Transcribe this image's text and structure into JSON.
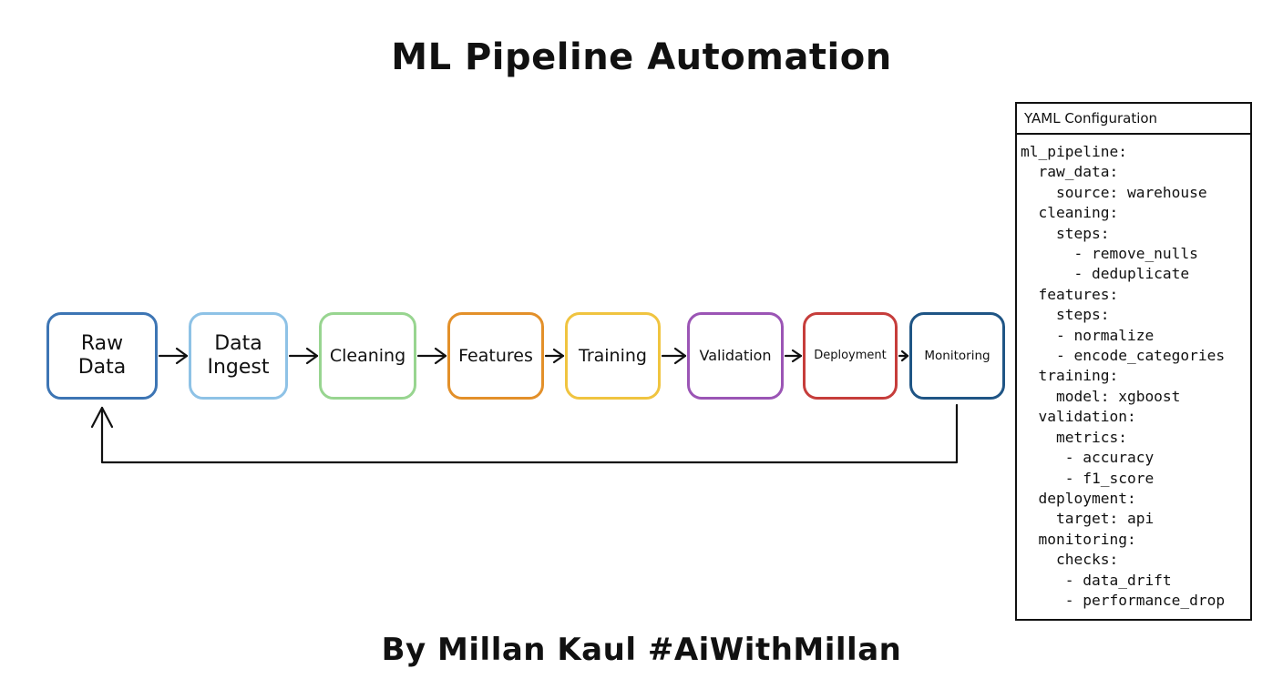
{
  "title": "ML Pipeline Automation",
  "footer": "By Millan Kaul #AiWithMillan",
  "stages": [
    {
      "lines": [
        "Raw",
        "Data"
      ],
      "color": "#3d75b4"
    },
    {
      "lines": [
        "Data",
        "Ingest"
      ],
      "color": "#8ec2e6"
    },
    {
      "lines": [
        "Cleaning"
      ],
      "color": "#98d590"
    },
    {
      "lines": [
        "Features"
      ],
      "color": "#e3902a"
    },
    {
      "lines": [
        "Training"
      ],
      "color": "#f0c440"
    },
    {
      "lines": [
        "Validation"
      ],
      "color": "#9b55b5"
    },
    {
      "lines": [
        "Deployment"
      ],
      "color": "#c63d3b"
    },
    {
      "lines": [
        "Monitoring"
      ],
      "color": "#1f5585"
    }
  ],
  "feedback": {
    "from": "Monitoring",
    "to": "Raw Data"
  },
  "yaml": {
    "title": "YAML Configuration",
    "lines": [
      "ml_pipeline:",
      "  raw_data:",
      "    source: warehouse",
      "  cleaning:",
      "    steps:",
      "      - remove_nulls",
      "      - deduplicate",
      "  features:",
      "    steps:",
      "    - normalize",
      "    - encode_categories",
      "  training:",
      "    model: xgboost",
      "  validation:",
      "    metrics:",
      "     - accuracy",
      "     - f1_score",
      "  deployment:",
      "    target: api",
      "  monitoring:",
      "    checks:",
      "     - data_drift",
      "     - performance_drop"
    ]
  }
}
